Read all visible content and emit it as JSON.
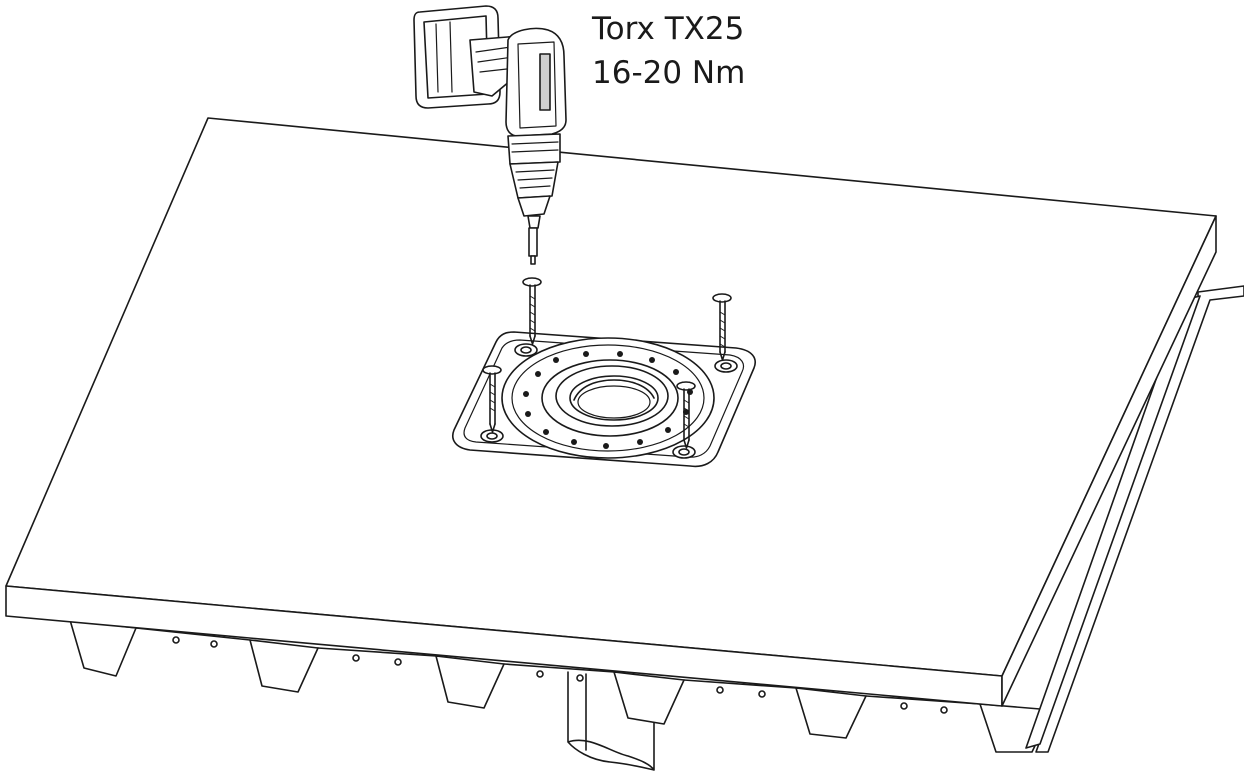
{
  "instructions": {
    "bit": "Torx TX25",
    "torque": "16-20 Nm"
  },
  "colors": {
    "stroke": "#1a1a1a",
    "fill": "#ffffff",
    "shade": "#cfcfcf"
  },
  "illustration": {
    "tool_icon": "cordless-drill-icon",
    "screw_count": 4,
    "mounting_hole_count": 4
  }
}
